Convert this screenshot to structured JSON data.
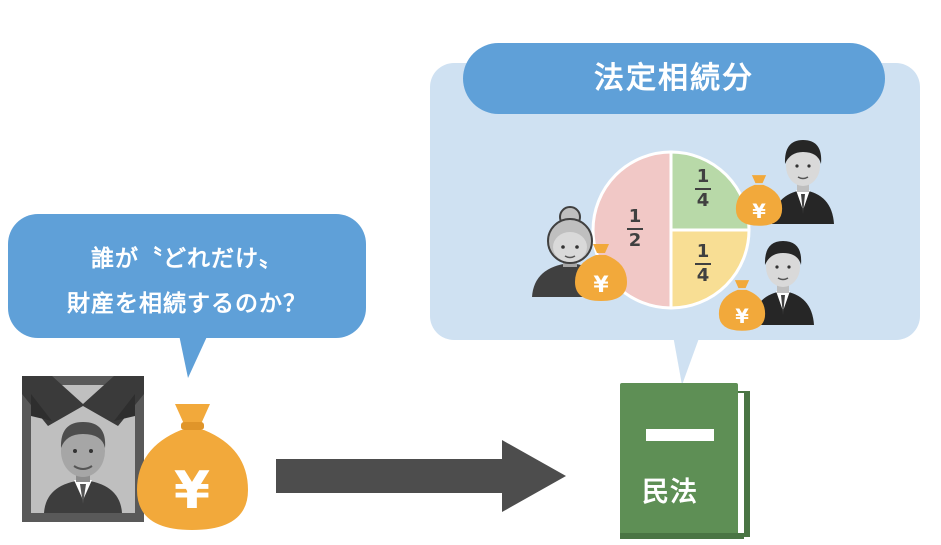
{
  "question": {
    "line1": "誰が〝どれだけ〟",
    "line2": "財産を相続するのか？"
  },
  "share": {
    "title": "法定相続分",
    "fractions": [
      {
        "num": "1",
        "den": "2"
      },
      {
        "num": "1",
        "den": "4"
      },
      {
        "num": "1",
        "den": "4"
      }
    ],
    "slice_values": [
      0.5,
      0.25,
      0.25
    ],
    "slice_colors": [
      "#f1c8c6",
      "#b8d9a8",
      "#f8de94"
    ]
  },
  "money_symbol": "¥",
  "book": {
    "label": "民法",
    "color": "#5e8f55"
  },
  "colors": {
    "bubble_blue": "#5fa0d8",
    "panel_blue": "#cfe1f2",
    "coin_orange": "#f2a93b",
    "arrow_gray": "#4d4d4d"
  },
  "icons": [
    "deceased-portrait-icon",
    "money-bag-icon",
    "arrow-right-icon",
    "book-icon",
    "grandmother-icon",
    "man-icon",
    "pie-chart-icon"
  ]
}
